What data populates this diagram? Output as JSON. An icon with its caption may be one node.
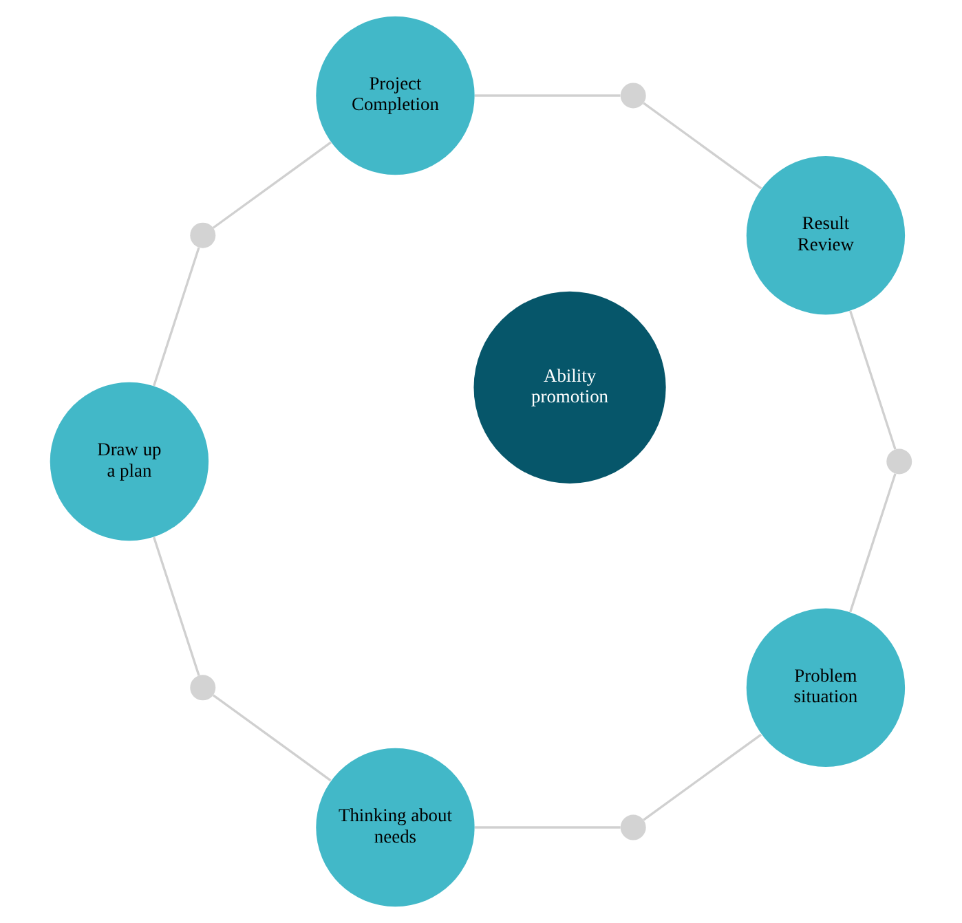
{
  "diagram": {
    "nodes": [
      {
        "text": [
          "Ability promotion"
        ]
      },
      {
        "text": [
          "Problem situation"
        ]
      },
      {
        "text": [
          "Thinking about needs"
        ]
      },
      {
        "text": [
          "Draw up a plan"
        ]
      },
      {
        "text": [
          "Project Completion"
        ]
      },
      {
        "text": [
          "Result Review"
        ]
      },
      {
        "text": [],
        "shape": "circle"
      },
      {
        "text": [],
        "shape": "circle"
      },
      {
        "text": [],
        "shape": "circle"
      },
      {
        "text": [],
        "shape": "circle"
      },
      {
        "text": [],
        "shape": "circle"
      }
    ],
    "edges": [
      {
        "from": 1,
        "to": 6,
        "arrow": "none"
      },
      {
        "from": 6,
        "to": 2,
        "arrow": "none"
      },
      {
        "from": 2,
        "to": 7,
        "arrow": "none"
      },
      {
        "from": 7,
        "to": 3,
        "arrow": "none"
      },
      {
        "from": 3,
        "to": 8,
        "arrow": "none"
      },
      {
        "from": 8,
        "to": 4,
        "arrow": "none"
      },
      {
        "from": 4,
        "to": 9,
        "arrow": "none"
      },
      {
        "from": 9,
        "to": 5,
        "arrow": "none"
      },
      {
        "from": 5,
        "to": 10,
        "arrow": "none"
      },
      {
        "from": 10,
        "to": 1,
        "arrow": "none"
      }
    ]
  }
}
